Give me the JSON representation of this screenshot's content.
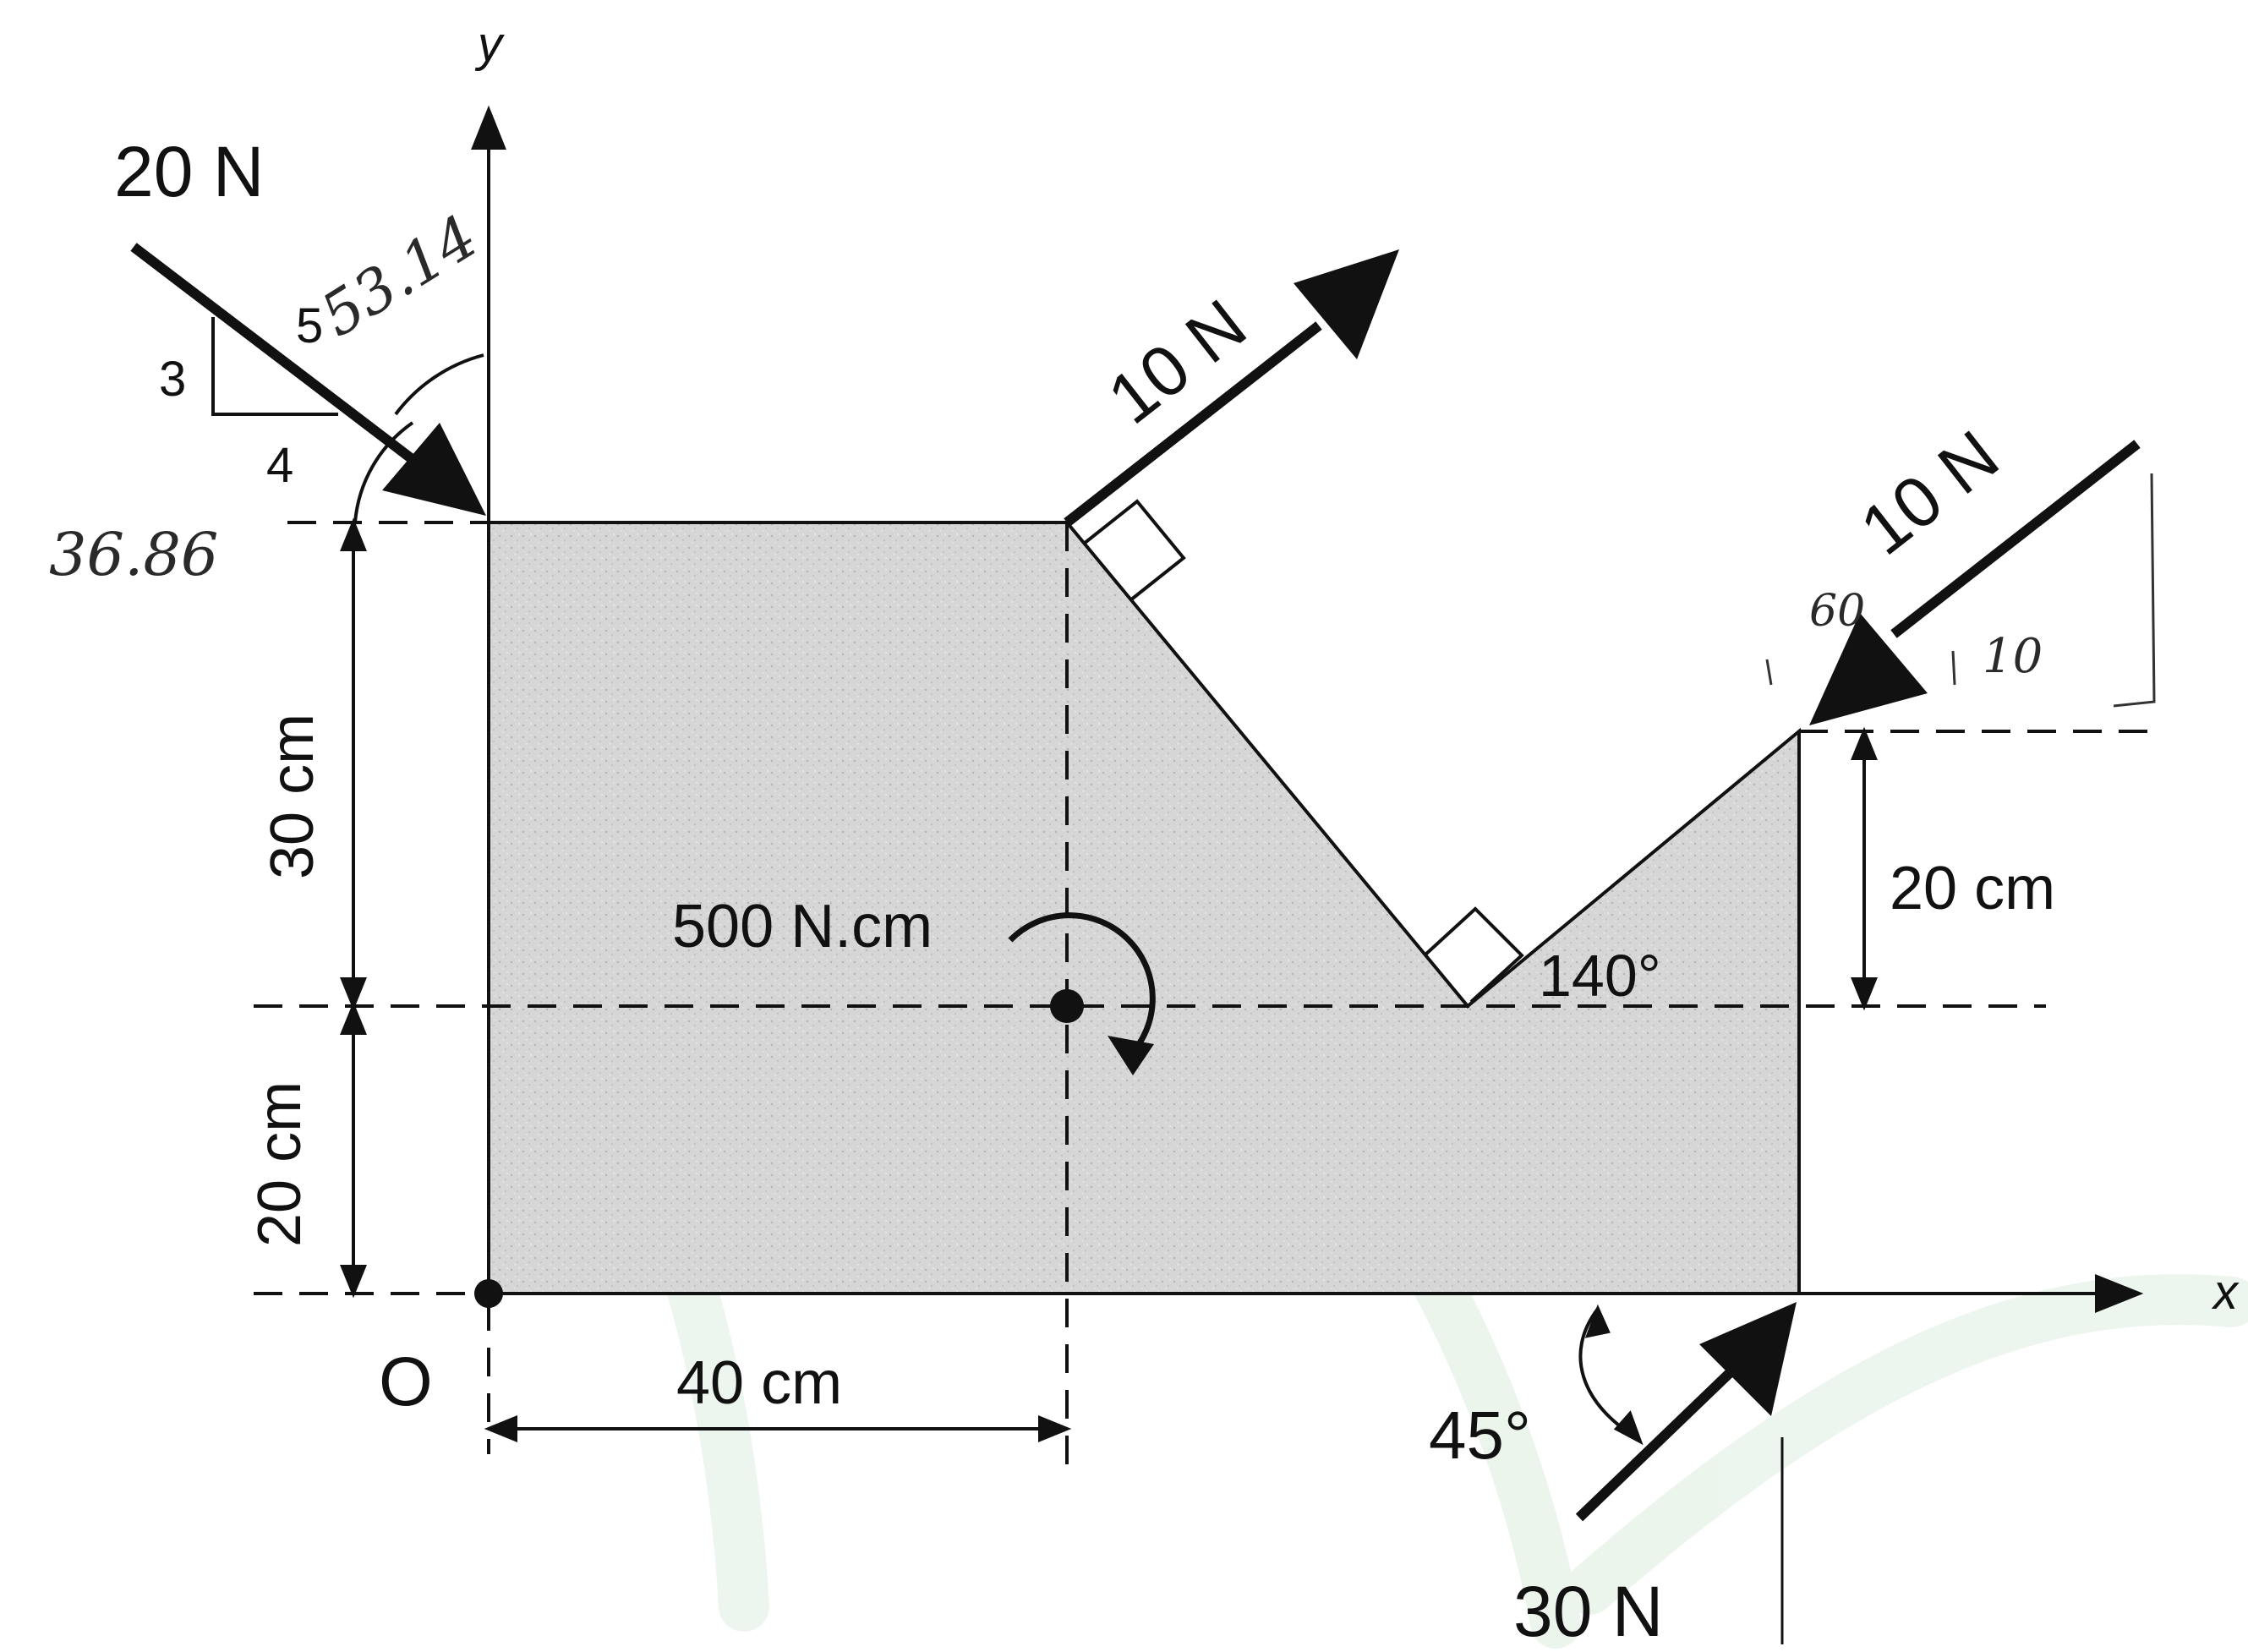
{
  "axes": {
    "y_label": "y",
    "x_label": "x",
    "origin_label": "O"
  },
  "forces": {
    "f20": {
      "label": "20 N",
      "slope_rise": "3",
      "slope_run": "4",
      "slope_hyp": "5"
    },
    "f10_top": {
      "label": "10 N"
    },
    "f10_right": {
      "label": "10 N"
    },
    "f30": {
      "label": "30 N",
      "angle_label": "45°"
    }
  },
  "couple": {
    "label": "500 N.cm"
  },
  "dimensions": {
    "left_upper": "30 cm",
    "left_lower": "20 cm",
    "bottom": "40 cm",
    "right": "20 cm",
    "vertex_angle": "140°"
  },
  "handwritten": {
    "angle_a": "36.86",
    "angle_b": "53.14",
    "note_10": "10",
    "note_60": "60"
  },
  "colors": {
    "shape_fill": "#d4d4d4",
    "ink": "#111111",
    "background": "#ffffff"
  }
}
